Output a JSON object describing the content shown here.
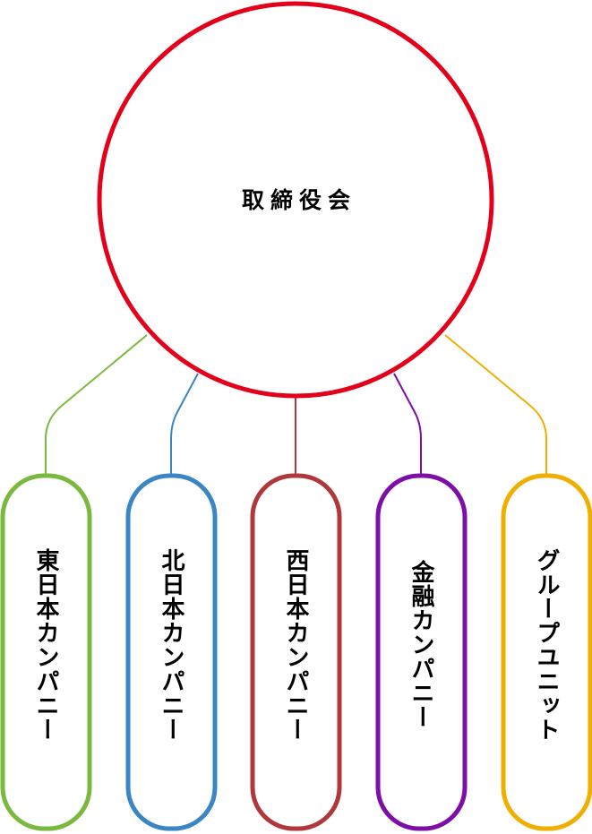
{
  "root": {
    "label": "取締役会",
    "color": "#e2001a"
  },
  "units": [
    {
      "label": "東日本カンパニー",
      "color": "#7ab93e"
    },
    {
      "label": "北日本カンパニー",
      "color": "#3a86c4"
    },
    {
      "label": "西日本カンパニー",
      "color": "#b0383b"
    },
    {
      "label": "金融カンパニー",
      "color": "#7d0ea8"
    },
    {
      "label": "グループユニット",
      "color": "#f0ae00"
    }
  ]
}
